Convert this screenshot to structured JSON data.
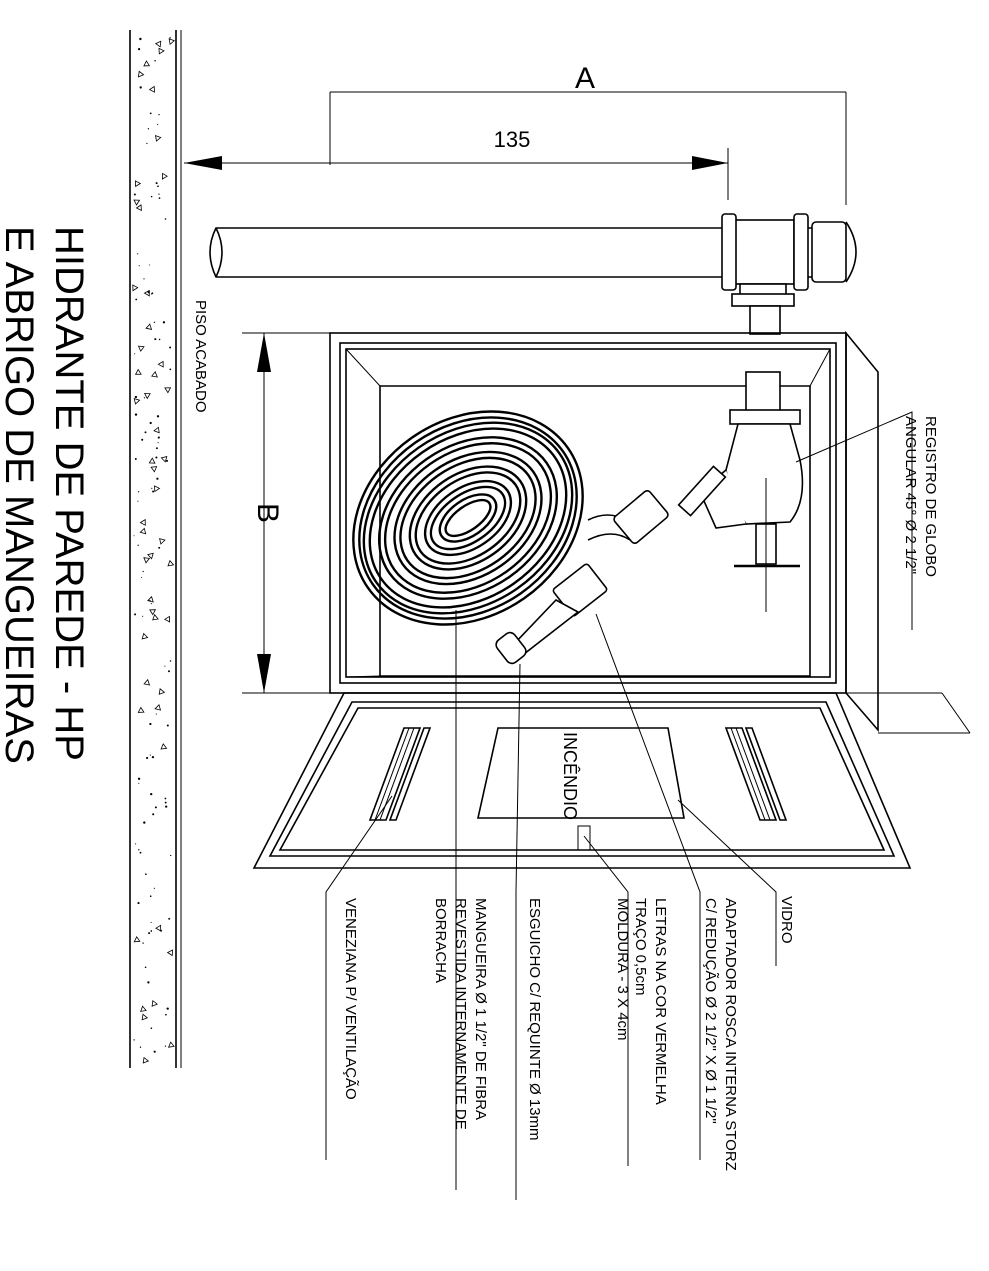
{
  "title": {
    "line1": "HIDRANTE DE PAREDE - HP",
    "line2": "E ABRIGO DE MANGUEIRAS"
  },
  "dimensions": {
    "a": "A",
    "b": "B",
    "d135": "135"
  },
  "floor_label": "PISO ACABADO",
  "sign_text": "INCÊNDIO",
  "callouts": {
    "registro": [
      "REGISTRO DE GLOBO",
      "ANGULAR 45° Ø 2 1/2\""
    ],
    "vidro": [
      "VIDRO"
    ],
    "adaptador": [
      "ADAPTADOR ROSCA INTERNA STORZ",
      "C/ REDUÇÃO Ø 2 1/2\" X Ø 1 1/2\""
    ],
    "letras": [
      "LETRAS NA COR VERMELHA",
      "TRAÇO 0,5cm",
      "MOLDURA - 3 X 4cm"
    ],
    "esguicho": [
      "ESGUICHO C/ REQUINTE Ø 13mm"
    ],
    "mangueira": [
      "MANGUEIRA Ø 1 1/2\" DE FIBRA",
      "REVESTIDA INTERNAMENTE DE",
      "BORRACHA"
    ],
    "veneziana": [
      "VENEZIANA P/ VENTILAÇÃO"
    ]
  }
}
